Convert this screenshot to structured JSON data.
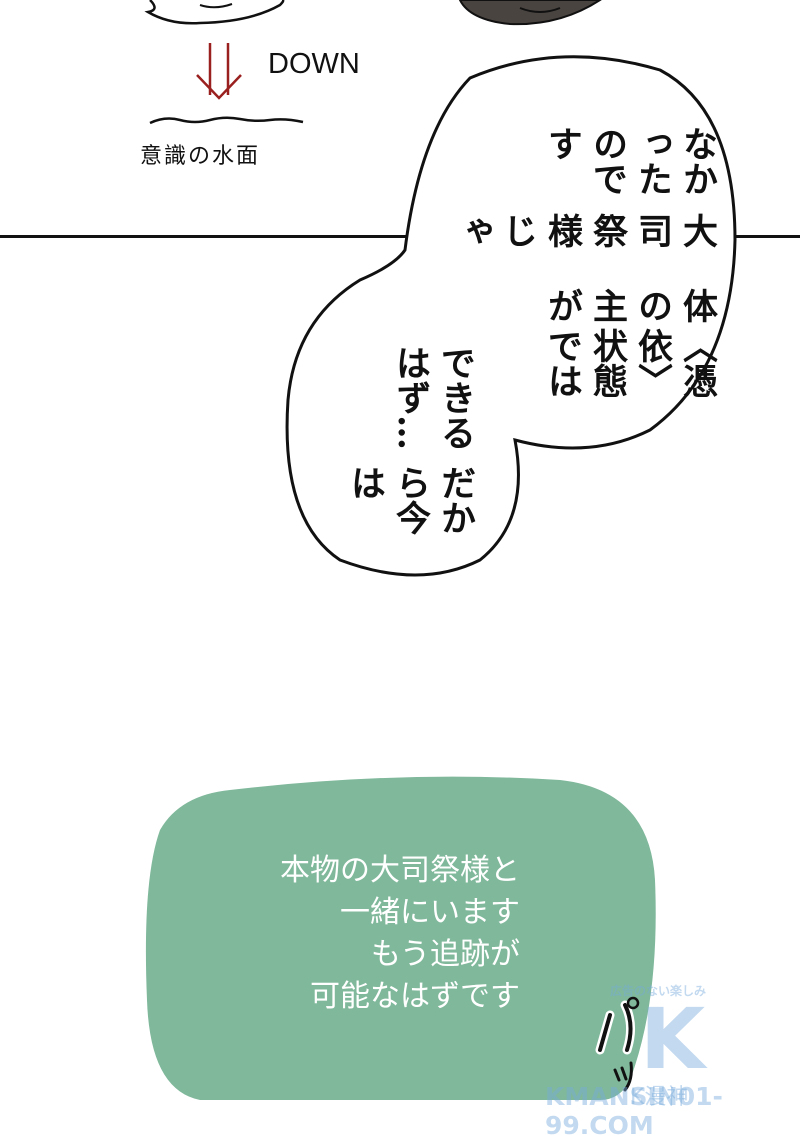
{
  "top_panel": {
    "arrow_label": "DOWN",
    "caption": "意識の水面"
  },
  "white_bubble": {
    "columns_a": [
      "〈憑依〉状態では",
      "体の主が",
      "大司祭様じゃ",
      "なかったのです"
    ],
    "columns_b": [
      "だから今は",
      "できるはず…"
    ]
  },
  "green_bubble": {
    "lines": [
      "本物の大司祭様と",
      "一緒にいます",
      "もう追跡が",
      "可能なはずです"
    ],
    "color": "#7fb89b"
  },
  "sfx": "パッ",
  "watermark": {
    "tagline": "広告のない楽しみ",
    "brand": "K漫神",
    "site": "KMANSIN01-99.COM"
  },
  "colors": {
    "arrow": "#9a2020"
  }
}
